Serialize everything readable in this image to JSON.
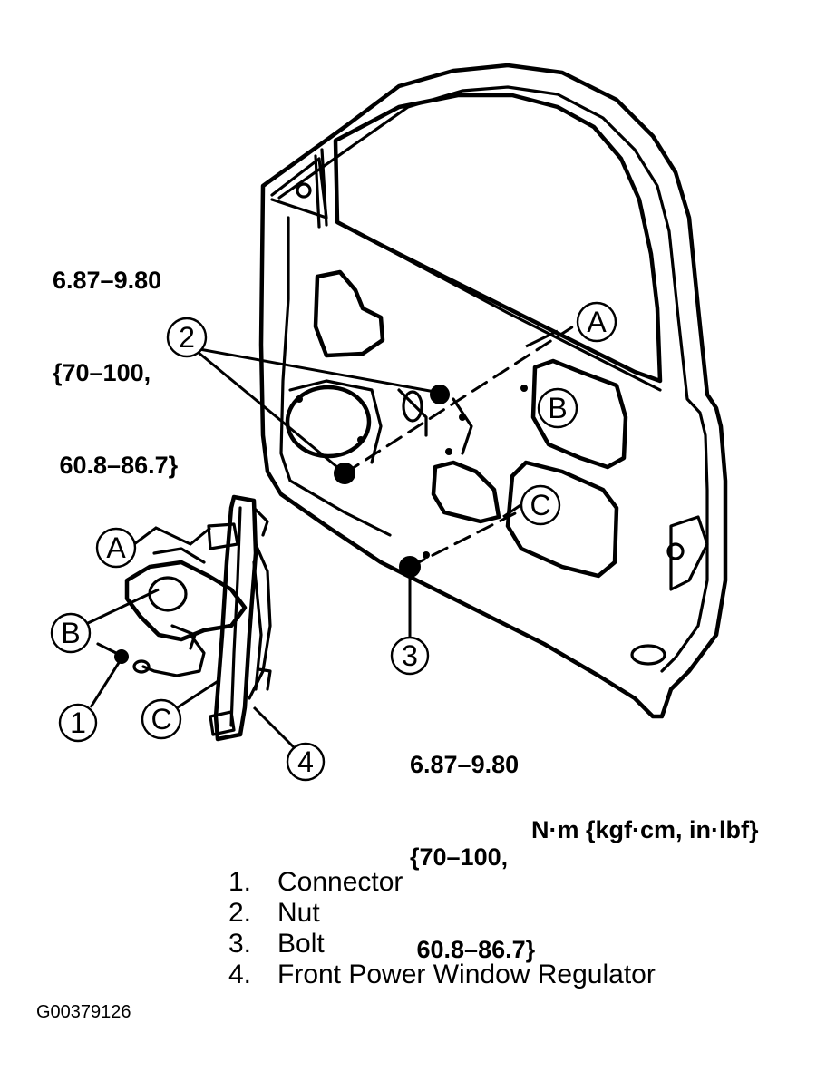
{
  "torque_top": {
    "line1": "6.87–9.80",
    "line2": "{70–100,",
    "line3": " 60.8–86.7}"
  },
  "torque_bottom": {
    "line1": "6.87–9.80",
    "line2": "{70–100,",
    "line3": " 60.8–86.7}"
  },
  "unit_label": "N·m {kgf·cm, in·lbf}",
  "callouts": {
    "n1": "1",
    "n2": "2",
    "n3": "3",
    "n4": "4",
    "A": "A",
    "B": "B",
    "C": "C"
  },
  "legend": [
    {
      "num": "1.",
      "label": "Connector"
    },
    {
      "num": "2.",
      "label": "Nut"
    },
    {
      "num": "3.",
      "label": "Bolt"
    },
    {
      "num": "4.",
      "label": "Front Power Window Regulator"
    }
  ],
  "figure_code": "G00379126"
}
